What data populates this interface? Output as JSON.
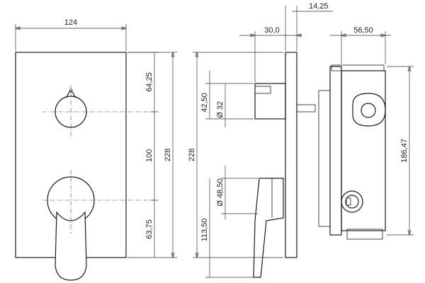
{
  "front_view": {
    "width_label": "124",
    "height_label": "228",
    "top_offset_label": "64,25",
    "center_spacing_label": "100",
    "bottom_offset_label": "63,75"
  },
  "side_view": {
    "plate_thickness_label": "14,25",
    "depth_label": "30,0",
    "height_label": "228",
    "knob_height_label": "42,50",
    "knob_diameter_label": "Ø 32",
    "lever_diameter_label": "Ø 48,50",
    "lever_height_label": "113,50"
  },
  "box_view": {
    "depth_label": "56,50",
    "height_label": "186,47"
  }
}
